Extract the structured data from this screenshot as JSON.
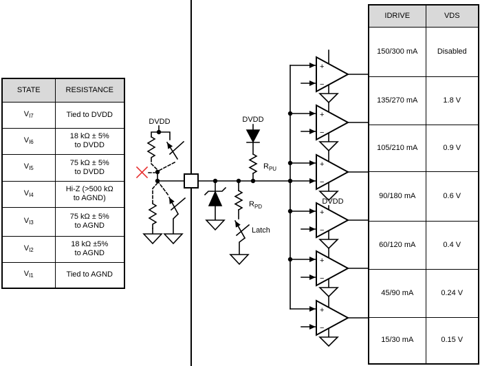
{
  "left_table": {
    "headers": [
      "STATE",
      "RESISTANCE"
    ],
    "rows": [
      {
        "state": "V",
        "state_sub": "I7",
        "resistance": "Tied to DVDD"
      },
      {
        "state": "V",
        "state_sub": "I6",
        "resistance": "18 kΩ ± 5%\nto DVDD"
      },
      {
        "state": "V",
        "state_sub": "I5",
        "resistance": "75 kΩ ± 5%\nto DVDD"
      },
      {
        "state": "V",
        "state_sub": "I4",
        "resistance": "Hi-Z (>500 kΩ\nto AGND)"
      },
      {
        "state": "V",
        "state_sub": "I3",
        "resistance": "75 kΩ ± 5%\nto AGND"
      },
      {
        "state": "V",
        "state_sub": "I2",
        "resistance": "18 kΩ ±5%\nto AGND"
      },
      {
        "state": "V",
        "state_sub": "I1",
        "resistance": "Tied to AGND"
      }
    ]
  },
  "right_table": {
    "headers": [
      "IDRIVE",
      "VDS"
    ],
    "rows": [
      {
        "idrive": "150/300 mA",
        "vds": "Disabled"
      },
      {
        "idrive": "135/270 mA",
        "vds": "1.8 V"
      },
      {
        "idrive": "105/210 mA",
        "vds": "0.9 V"
      },
      {
        "idrive": "90/180 mA",
        "vds": "0.6 V"
      },
      {
        "idrive": "60/120 mA",
        "vds": "0.4 V"
      },
      {
        "idrive": "45/90 mA",
        "vds": "0.24 V"
      },
      {
        "idrive": "15/30 mA",
        "vds": "0.15 V"
      }
    ]
  },
  "circuit": {
    "external_supply_label": "DVDD",
    "internal_supply_label": "DVDD",
    "comparator_supply_label": "DVDD",
    "pullup_resistor_label": "R",
    "pullup_resistor_sub": "PU",
    "pulldown_resistor_label": "R",
    "pulldown_resistor_sub": "PD",
    "latch_label": "Latch",
    "comparator_plus": "+",
    "comparator_minus": "−"
  },
  "colors": {
    "line": "#000000",
    "red_x": "#e83030",
    "table_header_bg": "#d9d9d9"
  }
}
